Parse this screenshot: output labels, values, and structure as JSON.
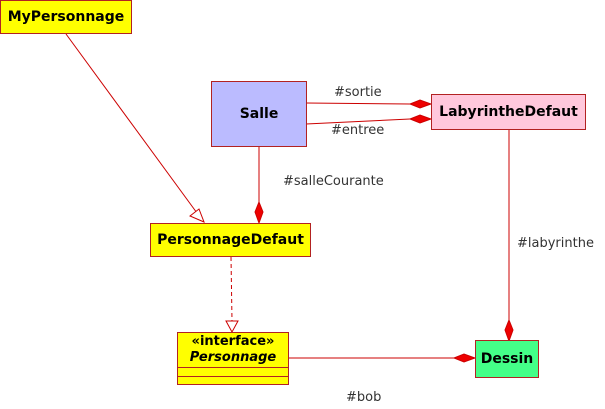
{
  "diagram": {
    "classes": {
      "my_personnage": {
        "name": "MyPersonnage",
        "fill": "#ffff00"
      },
      "salle": {
        "name": "Salle",
        "fill": "#bbbbff"
      },
      "labyrinthe_defaut": {
        "name": "LabyrintheDefaut",
        "fill": "#ffc8dc"
      },
      "personnage_defaut": {
        "name": "PersonnageDefaut",
        "fill": "#ffff00"
      },
      "personnage": {
        "stereotype": "«interface»",
        "name": "Personnage",
        "fill": "#ffff00"
      },
      "dessin": {
        "name": "Dessin",
        "fill": "#44ff88"
      }
    },
    "relations": {
      "sortie": "#sortie",
      "entree": "#entree",
      "salle_courante": "#salleCourante",
      "labyrinthe": "#labyrinthe",
      "bob": "#bob"
    },
    "line_color": "#cc0000",
    "border_color": "#b22222"
  }
}
